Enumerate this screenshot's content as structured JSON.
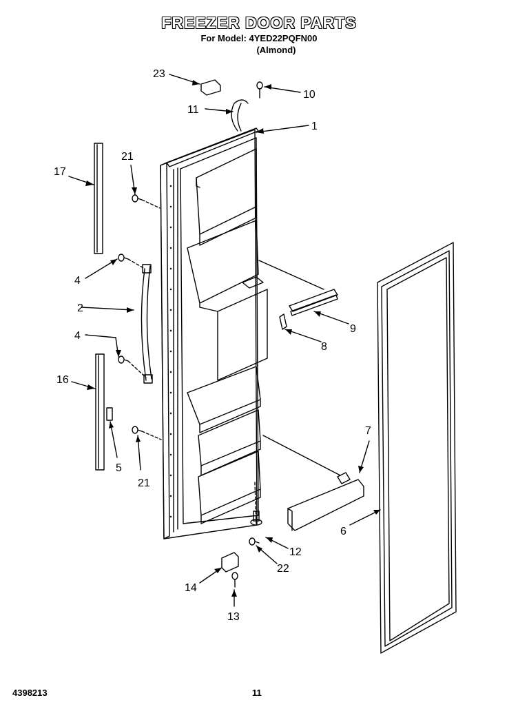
{
  "header": {
    "title": "FREEZER DOOR PARTS",
    "model_line": "For Model: 4YED22PQFN00",
    "variant": "(Almond)"
  },
  "footer": {
    "doc_number": "4398213",
    "page_number": "11"
  },
  "callouts": {
    "c1": "1",
    "c2": "2",
    "c4a": "4",
    "c4b": "4",
    "c5": "5",
    "c6": "6",
    "c7": "7",
    "c8": "8",
    "c9": "9",
    "c10": "10",
    "c11": "11",
    "c12": "12",
    "c13": "13",
    "c14": "14",
    "c16": "16",
    "c17": "17",
    "c21a": "21",
    "c21b": "21",
    "c22": "22",
    "c23": "23"
  }
}
